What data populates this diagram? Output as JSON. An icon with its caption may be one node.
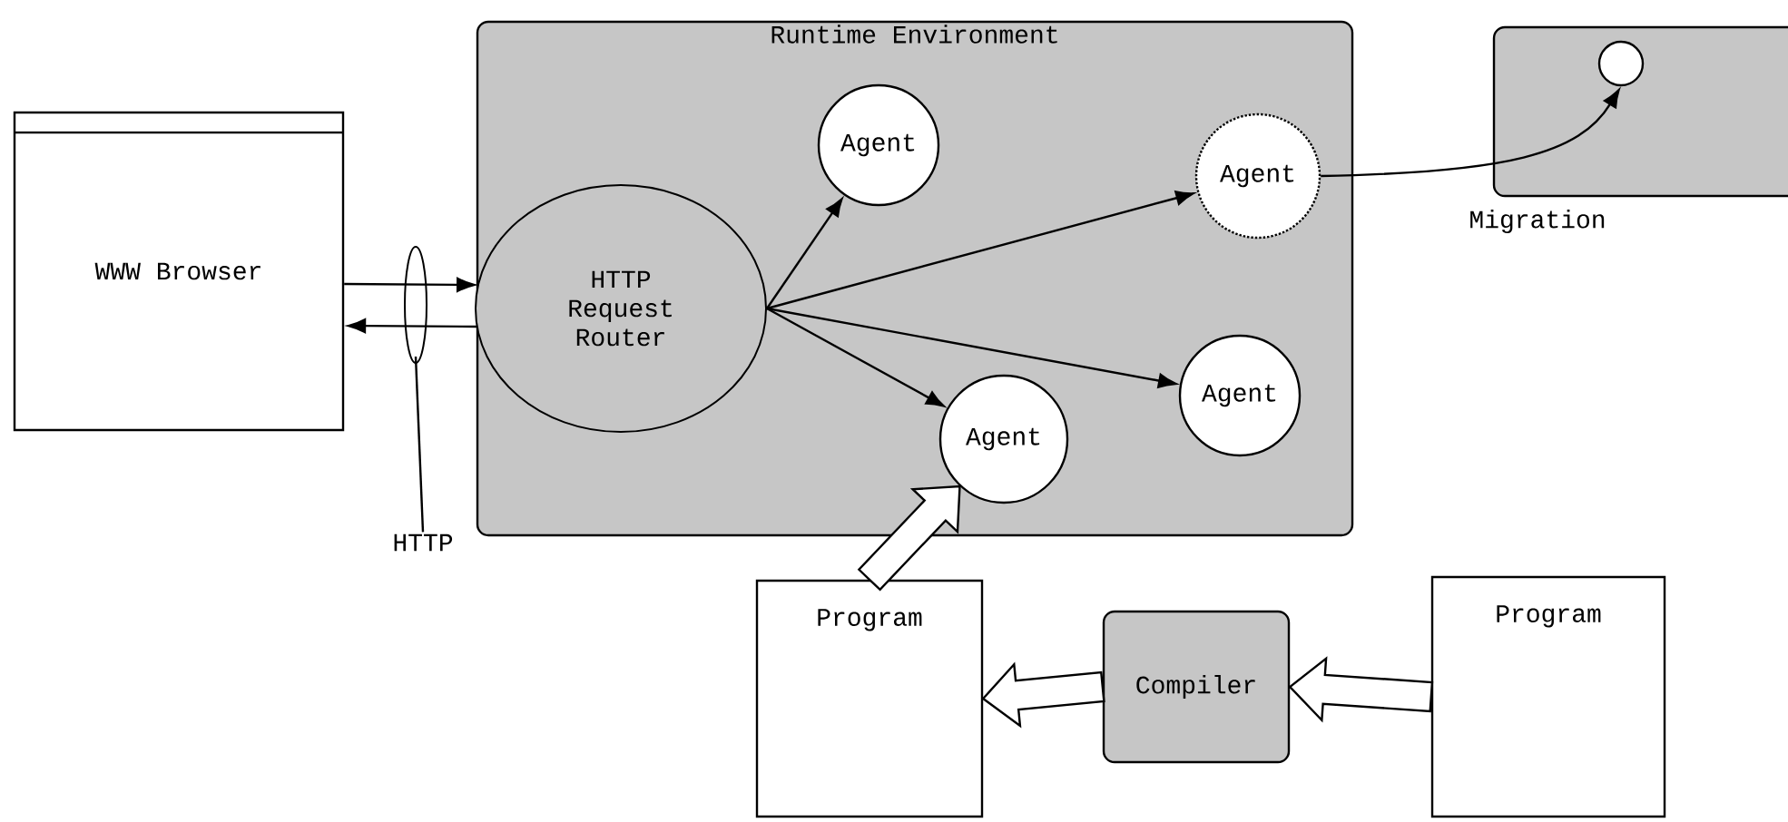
{
  "diagram": {
    "nodes": [
      {
        "text": [
          "Runtime Environment"
        ]
      },
      {
        "text": [
          "WWW Browser"
        ]
      },
      {
        "text": [
          "HTTP Request Router"
        ],
        "in": 0
      },
      {
        "text": [
          "Agent"
        ],
        "in": 0
      },
      {
        "text": [
          "Agent"
        ],
        "in": 0
      },
      {
        "text": [
          "Agent"
        ],
        "in": 0
      },
      {
        "text": [
          "Agent"
        ],
        "in": 0
      },
      {
        "text": [],
        "shape": "box"
      },
      {
        "text": [],
        "shape": "circle",
        "in": 7
      },
      {
        "text": [
          "Program"
        ]
      },
      {
        "text": [
          "Compiler"
        ]
      },
      {
        "text": [
          "Program"
        ]
      },
      {
        "text": [
          "HTTP"
        ]
      },
      {
        "text": [],
        "shape": "ellipse"
      }
    ],
    "edges": [
      {
        "from": 1,
        "to": 2,
        "arrow": "to"
      },
      {
        "from": 2,
        "to": 1,
        "arrow": "to"
      },
      {
        "from": 2,
        "to": 3,
        "arrow": "to"
      },
      {
        "from": 2,
        "to": 4,
        "arrow": "to"
      },
      {
        "from": 2,
        "to": 5,
        "arrow": "to"
      },
      {
        "from": 2,
        "to": 6,
        "arrow": "to"
      },
      {
        "from": 4,
        "to": 8,
        "arrow": "to",
        "label": "Migration"
      },
      {
        "from": 9,
        "to": 6,
        "arrow": "to",
        "style": "thick"
      },
      {
        "from": 11,
        "to": 10,
        "arrow": "to",
        "style": "thick"
      },
      {
        "from": 10,
        "to": 9,
        "arrow": "to",
        "style": "thick"
      },
      {
        "from": 12,
        "to": 13,
        "arrow": "none"
      }
    ]
  }
}
